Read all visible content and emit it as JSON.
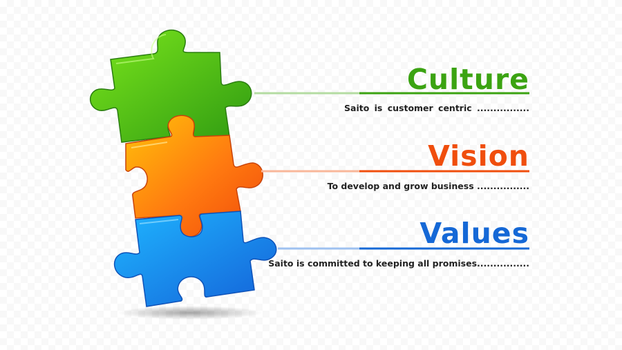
{
  "items": [
    {
      "title": "Culture",
      "description": "Saito  is  customer  centric  ................",
      "color": "#3ba312"
    },
    {
      "title": "Vision",
      "description": "To develop and grow business ................",
      "color": "#f04e0d"
    },
    {
      "title": "Values",
      "description": "Saito is committed to keeping all promises................",
      "color": "#1568d6"
    }
  ]
}
